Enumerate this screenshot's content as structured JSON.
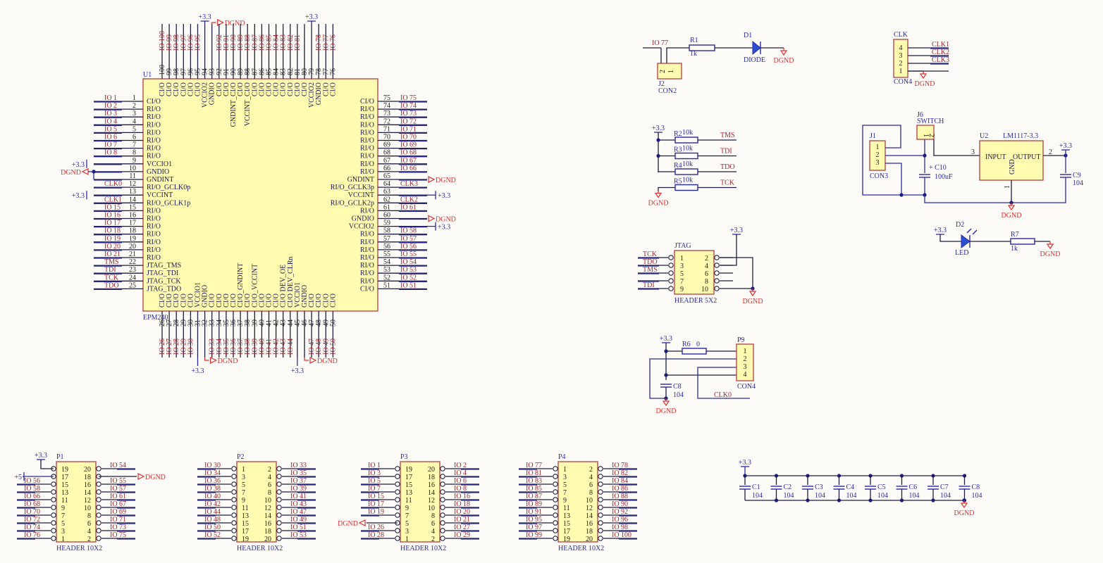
{
  "schematic": {
    "u1": {
      "designator": "U1",
      "part": "EPM240",
      "left_pins": [
        {
          "num": "1",
          "name": "CI/O",
          "net": "IO 1"
        },
        {
          "num": "2",
          "name": "RI/O",
          "net": "IO 2"
        },
        {
          "num": "3",
          "name": "RI/O",
          "net": "IO 3"
        },
        {
          "num": "4",
          "name": "RI/O",
          "net": "IO 4"
        },
        {
          "num": "5",
          "name": "RI/O",
          "net": "IO 5"
        },
        {
          "num": "6",
          "name": "RI/O",
          "net": "IO 6"
        },
        {
          "num": "7",
          "name": "RI/O",
          "net": "IO 7"
        },
        {
          "num": "8",
          "name": "RI/O",
          "net": "IO 8"
        },
        {
          "num": "9",
          "name": "VCCIO1",
          "net": "+3.3"
        },
        {
          "num": "10",
          "name": "GNDIO",
          "net": "DGND"
        },
        {
          "num": "11",
          "name": "GNDINT",
          "net": "DGND"
        },
        {
          "num": "12",
          "name": "RI/O_GCLK0p",
          "net": "CLK0"
        },
        {
          "num": "13",
          "name": "VCCINT",
          "net": "+3.3"
        },
        {
          "num": "14",
          "name": "RI/O_GCLK1p",
          "net": "CLK1"
        },
        {
          "num": "15",
          "name": "RI/O",
          "net": "IO 15"
        },
        {
          "num": "16",
          "name": "RI/O",
          "net": "IO 16"
        },
        {
          "num": "17",
          "name": "RI/O",
          "net": "IO 17"
        },
        {
          "num": "18",
          "name": "RI/O",
          "net": "IO 18"
        },
        {
          "num": "19",
          "name": "RI/O",
          "net": "IO 19"
        },
        {
          "num": "20",
          "name": "RI/O",
          "net": "IO 20"
        },
        {
          "num": "21",
          "name": "RI/O",
          "net": "IO 21"
        },
        {
          "num": "22",
          "name": "JTAG_TMS",
          "net": "TMS"
        },
        {
          "num": "23",
          "name": "JTAG_TDI",
          "net": "TDI"
        },
        {
          "num": "24",
          "name": "JTAG_TCK",
          "net": "TCK"
        },
        {
          "num": "25",
          "name": "JTAG_TDO",
          "net": "TDO"
        }
      ],
      "right_pins": [
        {
          "num": "75",
          "name": "CI/O",
          "net": "IO 75"
        },
        {
          "num": "74",
          "name": "RI/O",
          "net": "IO 74"
        },
        {
          "num": "73",
          "name": "RI/O",
          "net": "IO 73"
        },
        {
          "num": "72",
          "name": "RI/O",
          "net": "IO 72"
        },
        {
          "num": "71",
          "name": "RI/O",
          "net": "IO 71"
        },
        {
          "num": "70",
          "name": "RI/O",
          "net": "IO 70"
        },
        {
          "num": "69",
          "name": "RI/O",
          "net": "IO 69"
        },
        {
          "num": "68",
          "name": "RI/O",
          "net": "IO 68"
        },
        {
          "num": "67",
          "name": "RI/O",
          "net": "IO 67"
        },
        {
          "num": "66",
          "name": "RI/O",
          "net": "IO 66"
        },
        {
          "num": "65",
          "name": "GNDINT",
          "net": "DGND"
        },
        {
          "num": "64",
          "name": "RI/O_GCLK3p",
          "net": "CLK3"
        },
        {
          "num": "63",
          "name": "VCCINT",
          "net": "+3.3"
        },
        {
          "num": "62",
          "name": "RI/O_GCLK2p",
          "net": "CLK2"
        },
        {
          "num": "61",
          "name": "RI/O",
          "net": "IO 61"
        },
        {
          "num": "60",
          "name": "GNDIO",
          "net": "DGND"
        },
        {
          "num": "59",
          "name": "VCCIO2",
          "net": "+3.3"
        },
        {
          "num": "58",
          "name": "RI/O",
          "net": "IO 58"
        },
        {
          "num": "57",
          "name": "RI/O",
          "net": "IO 57"
        },
        {
          "num": "56",
          "name": "RI/O",
          "net": "IO 56"
        },
        {
          "num": "55",
          "name": "RI/O",
          "net": "IO 55"
        },
        {
          "num": "54",
          "name": "RI/O",
          "net": "IO 54"
        },
        {
          "num": "53",
          "name": "RI/O",
          "net": "IO 53"
        },
        {
          "num": "52",
          "name": "RI/O",
          "net": "IO 52"
        },
        {
          "num": "51",
          "name": "CI/O",
          "net": "IO 51"
        }
      ],
      "top_pins": [
        {
          "num": "100",
          "name": "CI/O",
          "net": "IO 100"
        },
        {
          "num": "99",
          "name": "CI/O",
          "net": "IO 99"
        },
        {
          "num": "98",
          "name": "CI/O",
          "net": "IO 98"
        },
        {
          "num": "97",
          "name": "CI/O",
          "net": "IO 97"
        },
        {
          "num": "96",
          "name": "CI/O",
          "net": "IO 96"
        },
        {
          "num": "95",
          "name": "CI/O",
          "net": "IO 95"
        },
        {
          "num": "94",
          "name": "VCCIO2",
          "net": "+3.3"
        },
        {
          "num": "93",
          "name": "GNDIO",
          "net": "DGND"
        },
        {
          "num": "92",
          "name": "CI/O",
          "net": "IO 92"
        },
        {
          "num": "91",
          "name": "CI/O",
          "net": "IO 91"
        },
        {
          "num": "90",
          "name": "GNDINT_CI/O",
          "net": "IO 90"
        },
        {
          "num": "89",
          "name": "CI/O",
          "net": "IO 89"
        },
        {
          "num": "88",
          "name": "VCCINT_CI/O",
          "net": "IO 88"
        },
        {
          "num": "87",
          "name": "CI/O",
          "net": "IO 87"
        },
        {
          "num": "86",
          "name": "CI/O",
          "net": "IO 86"
        },
        {
          "num": "85",
          "name": "CI/O",
          "net": "IO 85"
        },
        {
          "num": "84",
          "name": "CI/O",
          "net": "IO 84"
        },
        {
          "num": "83",
          "name": "CI/O",
          "net": "IO 83"
        },
        {
          "num": "82",
          "name": "CI/O",
          "net": "IO 82"
        },
        {
          "num": "81",
          "name": "CI/O",
          "net": "IO 81"
        },
        {
          "num": "80",
          "name": "CI/O",
          "net": ""
        },
        {
          "num": "79",
          "name": "VCCIO2",
          "net": "+3.3"
        },
        {
          "num": "78",
          "name": "GNDIO",
          "net": "IO 78"
        },
        {
          "num": "77",
          "name": "CI/O",
          "net": "IO 77"
        },
        {
          "num": "76",
          "name": "CI/O",
          "net": "IO 76"
        }
      ],
      "bottom_pins": [
        {
          "num": "26",
          "name": "CI/O",
          "net": "IO 26"
        },
        {
          "num": "27",
          "name": "CI/O",
          "net": "IO 27"
        },
        {
          "num": "28",
          "name": "CI/O",
          "net": "IO 28"
        },
        {
          "num": "29",
          "name": "CI/O",
          "net": "IO 29"
        },
        {
          "num": "30",
          "name": "CI/O",
          "net": "IO 30"
        },
        {
          "num": "31",
          "name": "VCCIO1",
          "net": "+3.3"
        },
        {
          "num": "32",
          "name": "GNDIO",
          "net": "DGND"
        },
        {
          "num": "33",
          "name": "CI/O",
          "net": "IO 33"
        },
        {
          "num": "34",
          "name": "CI/O",
          "net": "IO 34"
        },
        {
          "num": "35",
          "name": "CI/O",
          "net": "IO 35"
        },
        {
          "num": "36",
          "name": "CI/O",
          "net": "IO 36"
        },
        {
          "num": "37",
          "name": "CI/O_GNDINT",
          "net": "IO 37"
        },
        {
          "num": "38",
          "name": "CI/O",
          "net": "IO 38"
        },
        {
          "num": "39",
          "name": "CI/O_VCCINT",
          "net": "IO 39"
        },
        {
          "num": "40",
          "name": "CI/O",
          "net": "IO 40"
        },
        {
          "num": "41",
          "name": "CI/O",
          "net": "IO 41"
        },
        {
          "num": "42",
          "name": "CI/O",
          "net": "IO 42"
        },
        {
          "num": "43",
          "name": "CI/O DEV_OE",
          "net": "IO 43"
        },
        {
          "num": "44",
          "name": "CI/O DEV_CLRn",
          "net": "IO 44"
        },
        {
          "num": "45",
          "name": "VCCIO1",
          "net": "+3.3"
        },
        {
          "num": "46",
          "name": "GNDIO",
          "net": "DGND"
        },
        {
          "num": "47",
          "name": "CI/O",
          "net": "IO 47"
        },
        {
          "num": "48",
          "name": "CI/O",
          "net": "IO 48"
        },
        {
          "num": "49",
          "name": "CI/O",
          "net": "IO 49"
        },
        {
          "num": "50",
          "name": "CI/O",
          "net": "IO 50"
        }
      ]
    },
    "power_labels": {
      "vcc": "+3.3",
      "gnd": "DGND",
      "vcc5": "+5"
    },
    "led_circuit_1": {
      "io_net": "IO 77",
      "j2": "J2",
      "j2_part": "CON2",
      "r1": "R1",
      "r1_val": "1k",
      "d1": "D1",
      "d1_part": "DIODE",
      "pins": [
        "2",
        "1"
      ]
    },
    "clk_conn": {
      "designator": "CLK",
      "part": "CON4",
      "pins": [
        "4",
        "3",
        "2",
        "1"
      ],
      "nets": [
        "CLK1",
        "CLK2",
        "CLK3"
      ]
    },
    "power_supply": {
      "j1": "J1",
      "j1_part": "CON3",
      "j1_pins": [
        "1",
        "2",
        "3"
      ],
      "j6": "J6",
      "j6_part": "SWITCH",
      "j6_pins": [
        "1",
        "2"
      ],
      "c10": "C10",
      "c10_val": "100uF",
      "c10_plus": "+",
      "u2": "U2",
      "u2_part": "LM1117-3.3",
      "u2_in": "INPUT",
      "u2_out": "OUTPUT",
      "u2_gnd": "GND",
      "u2_pin_in": "3",
      "u2_pin_out": "2",
      "u2_pin_gnd": "1",
      "c9": "C9",
      "c9_val": "104"
    },
    "led_circuit_2": {
      "d2": "D2",
      "d2_part": "LED",
      "r7": "R7",
      "r7_val": "1k"
    },
    "pullups": [
      {
        "ref": "R2",
        "val": "10k",
        "net": "TMS"
      },
      {
        "ref": "R3",
        "val": "10k",
        "net": "TDI"
      },
      {
        "ref": "R4",
        "val": "10k",
        "net": "TDO"
      },
      {
        "ref": "R5",
        "val": "10k",
        "net": "TCK"
      }
    ],
    "jtag": {
      "designator": "JTAG",
      "part": "HEADER 5X2",
      "rows": [
        [
          "1",
          "2"
        ],
        [
          "3",
          "4"
        ],
        [
          "5",
          "6"
        ],
        [
          "7",
          "8"
        ],
        [
          "9",
          "10"
        ]
      ],
      "left_nets": [
        "TCK",
        "TDO",
        "TMS",
        "",
        "TDI"
      ]
    },
    "osc": {
      "r6": "R6",
      "r6_val": "0",
      "p9": "P9",
      "p9_part": "CON4",
      "pins": [
        "1",
        "2",
        "3",
        "4"
      ],
      "c8": "C8",
      "c8_val": "104",
      "net": "CLK0"
    },
    "headers": [
      {
        "ref": "P1",
        "part": "HEADER 10X2",
        "left_nums": [
          "19",
          "17",
          "15",
          "13",
          "11",
          "9",
          "7",
          "5",
          "3",
          "1"
        ],
        "right_nums": [
          "20",
          "18",
          "16",
          "14",
          "12",
          "10",
          "8",
          "6",
          "4",
          "2"
        ],
        "left_nets": [
          "",
          "",
          "IO 56",
          "IO 58",
          "IO 66",
          "IO 68",
          "IO 70",
          "IO 72",
          "IO 74",
          "IO 76"
        ],
        "right_nets": [
          "IO 54",
          "",
          "IO 55",
          "IO 57",
          "IO 61",
          "IO 67",
          "IO 69",
          "IO 71",
          "IO 73",
          "IO 75"
        ]
      },
      {
        "ref": "P2",
        "part": "HEADER 10X2",
        "left_nums": [
          "1",
          "3",
          "5",
          "7",
          "9",
          "11",
          "13",
          "15",
          "17",
          "19"
        ],
        "right_nums": [
          "2",
          "4",
          "6",
          "8",
          "10",
          "12",
          "14",
          "16",
          "18",
          "20"
        ],
        "left_nets": [
          "IO 30",
          "IO 34",
          "IO 36",
          "IO 38",
          "IO 40",
          "IO 42",
          "IO 44",
          "IO 48",
          "IO 50",
          "IO 52"
        ],
        "right_nets": [
          "IO 33",
          "IO 35",
          "IO 37",
          "IO 39",
          "IO 41",
          "IO 43",
          "IO 47",
          "IO 49",
          "IO 51",
          "IO 53"
        ]
      },
      {
        "ref": "P3",
        "part": "HEADER 10X2",
        "left_nums": [
          "19",
          "17",
          "15",
          "13",
          "11",
          "9",
          "7",
          "5",
          "3",
          "1"
        ],
        "right_nums": [
          "20",
          "18",
          "16",
          "14",
          "12",
          "10",
          "8",
          "6",
          "4",
          "2"
        ],
        "left_nets": [
          "IO 1",
          "IO 3",
          "IO 5",
          "IO 7",
          "IO 15",
          "IO 17",
          "IO 19",
          "",
          "IO 26",
          "IO 28"
        ],
        "right_nets": [
          "IO 2",
          "IO 4",
          "IO 6",
          "IO 8",
          "IO 16",
          "IO 18",
          "IO 20",
          "IO 21",
          "IO 27",
          "IO 29"
        ]
      },
      {
        "ref": "P4",
        "part": "HEADER 10X2",
        "left_nums": [
          "1",
          "3",
          "5",
          "7",
          "9",
          "11",
          "13",
          "15",
          "17",
          "19"
        ],
        "right_nums": [
          "2",
          "4",
          "6",
          "8",
          "10",
          "12",
          "14",
          "16",
          "18",
          "20"
        ],
        "left_nets": [
          "IO 77",
          "IO 81",
          "IO 83",
          "IO 85",
          "IO 87",
          "IO 89",
          "IO 91",
          "IO 95",
          "IO 97",
          "IO 99"
        ],
        "right_nets": [
          "IO 78",
          "IO 82",
          "IO 84",
          "IO 86",
          "IO 88",
          "IO 90",
          "IO 92",
          "IO 96",
          "IO 98",
          "IO 100"
        ]
      }
    ],
    "decoupling": [
      {
        "ref": "C1",
        "val": "104"
      },
      {
        "ref": "C2",
        "val": "104"
      },
      {
        "ref": "C3",
        "val": "104"
      },
      {
        "ref": "C4",
        "val": "104"
      },
      {
        "ref": "C5",
        "val": "104"
      },
      {
        "ref": "C6",
        "val": "104"
      },
      {
        "ref": "C7",
        "val": "104"
      },
      {
        "ref": "C8",
        "val": "104"
      }
    ]
  }
}
